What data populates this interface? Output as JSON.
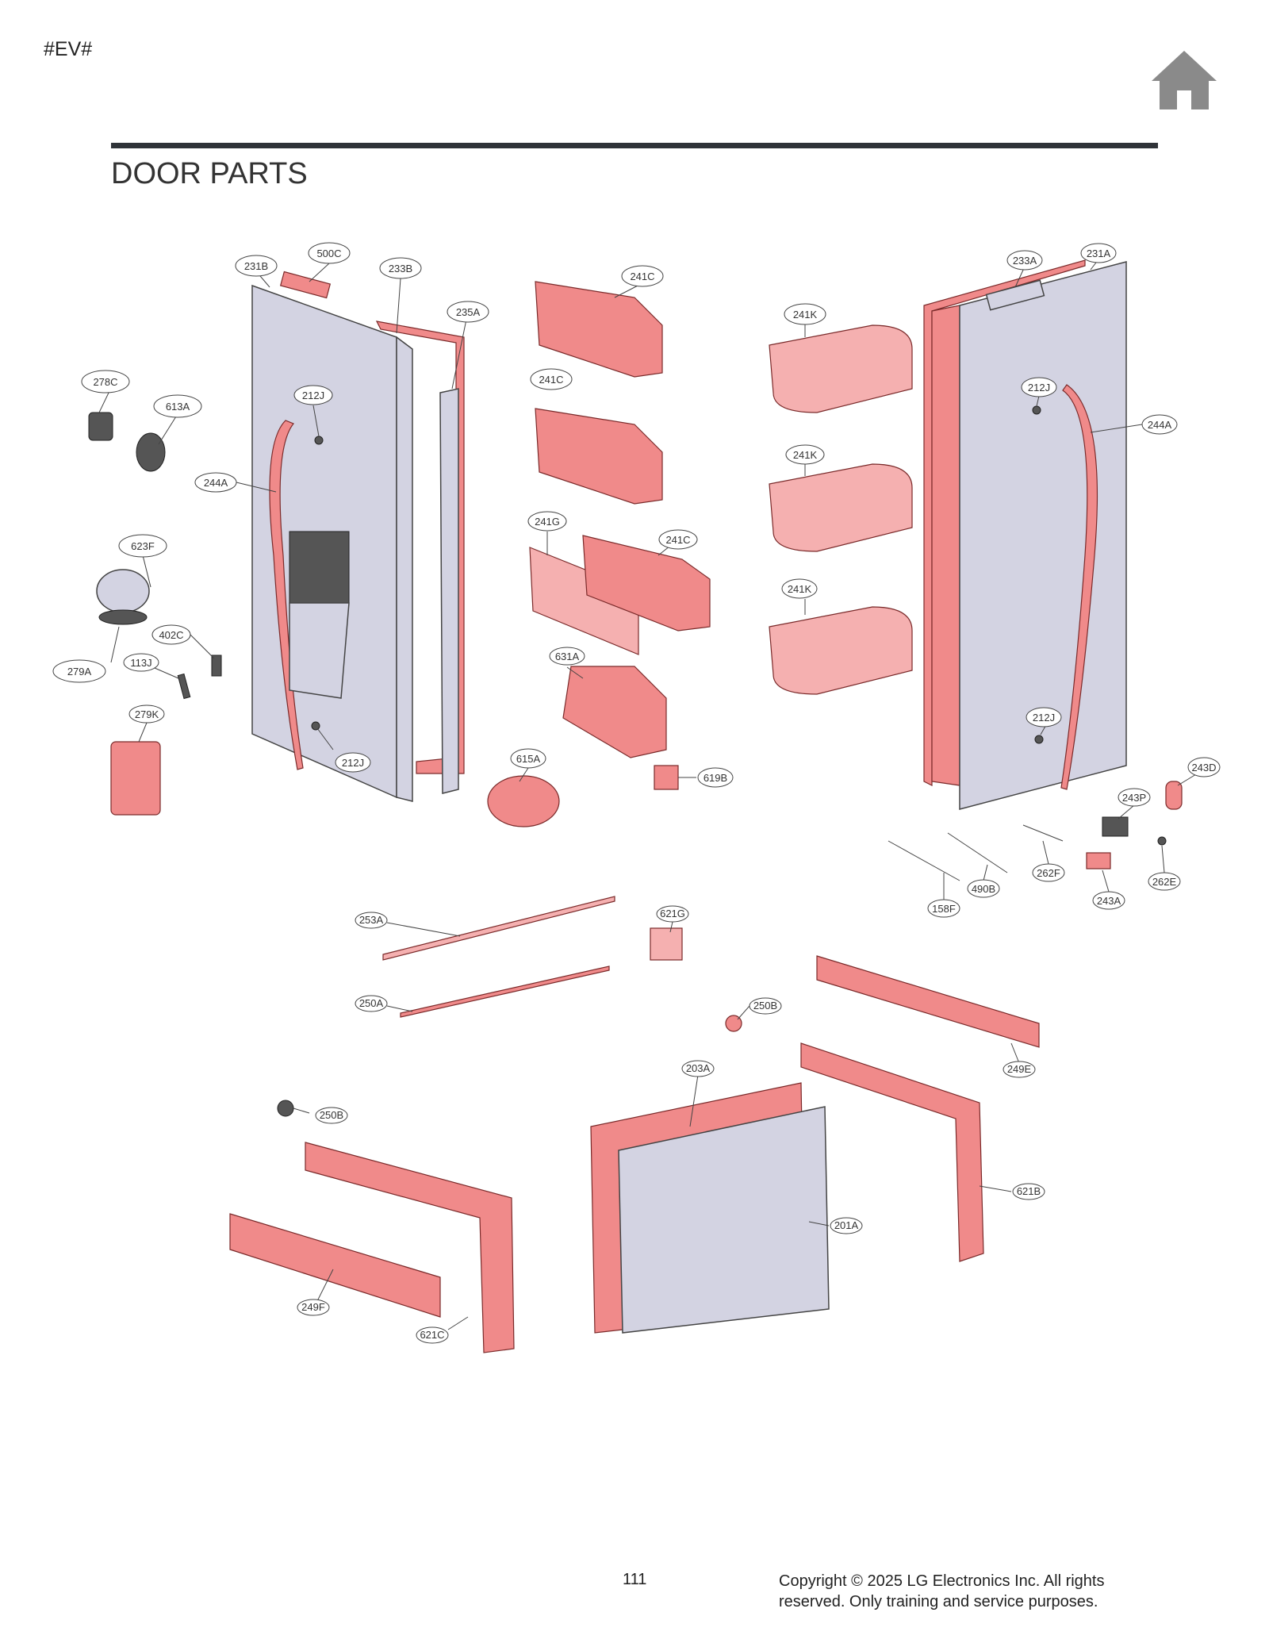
{
  "header": {
    "code": "#EV#"
  },
  "page": {
    "title": "DOOR PARTS",
    "number": "111"
  },
  "footer": {
    "copyright": "Copyright © 2025 LG Electronics Inc. All rights reserved. Only training and service purposes."
  },
  "icons": {
    "home": "home-icon"
  },
  "colors": {
    "part_highlight": "#f08a8a",
    "door_panel": "#d3d3e2",
    "rule": "#2f3338"
  },
  "callouts": {
    "231B": "231B",
    "500C": "500C",
    "233B": "233B",
    "235A": "235A",
    "241C": "241C",
    "241K": "241K",
    "233A": "233A",
    "231A": "231A",
    "278C": "278C",
    "613A": "613A",
    "212J": "212J",
    "244A": "244A",
    "241G": "241G",
    "623F": "623F",
    "402C": "402C",
    "279A": "279A",
    "113J": "113J",
    "631A": "631A",
    "279K": "279K",
    "615A": "615A",
    "619B": "619B",
    "243D": "243D",
    "243P": "243P",
    "262F": "262F",
    "262E": "262E",
    "490B": "490B",
    "158F": "158F",
    "243A": "243A",
    "253A": "253A",
    "621G": "621G",
    "250A": "250A",
    "250B": "250B",
    "249E": "249E",
    "203A": "203A",
    "621B": "621B",
    "201A": "201A",
    "249F": "249F",
    "621C": "621C"
  }
}
